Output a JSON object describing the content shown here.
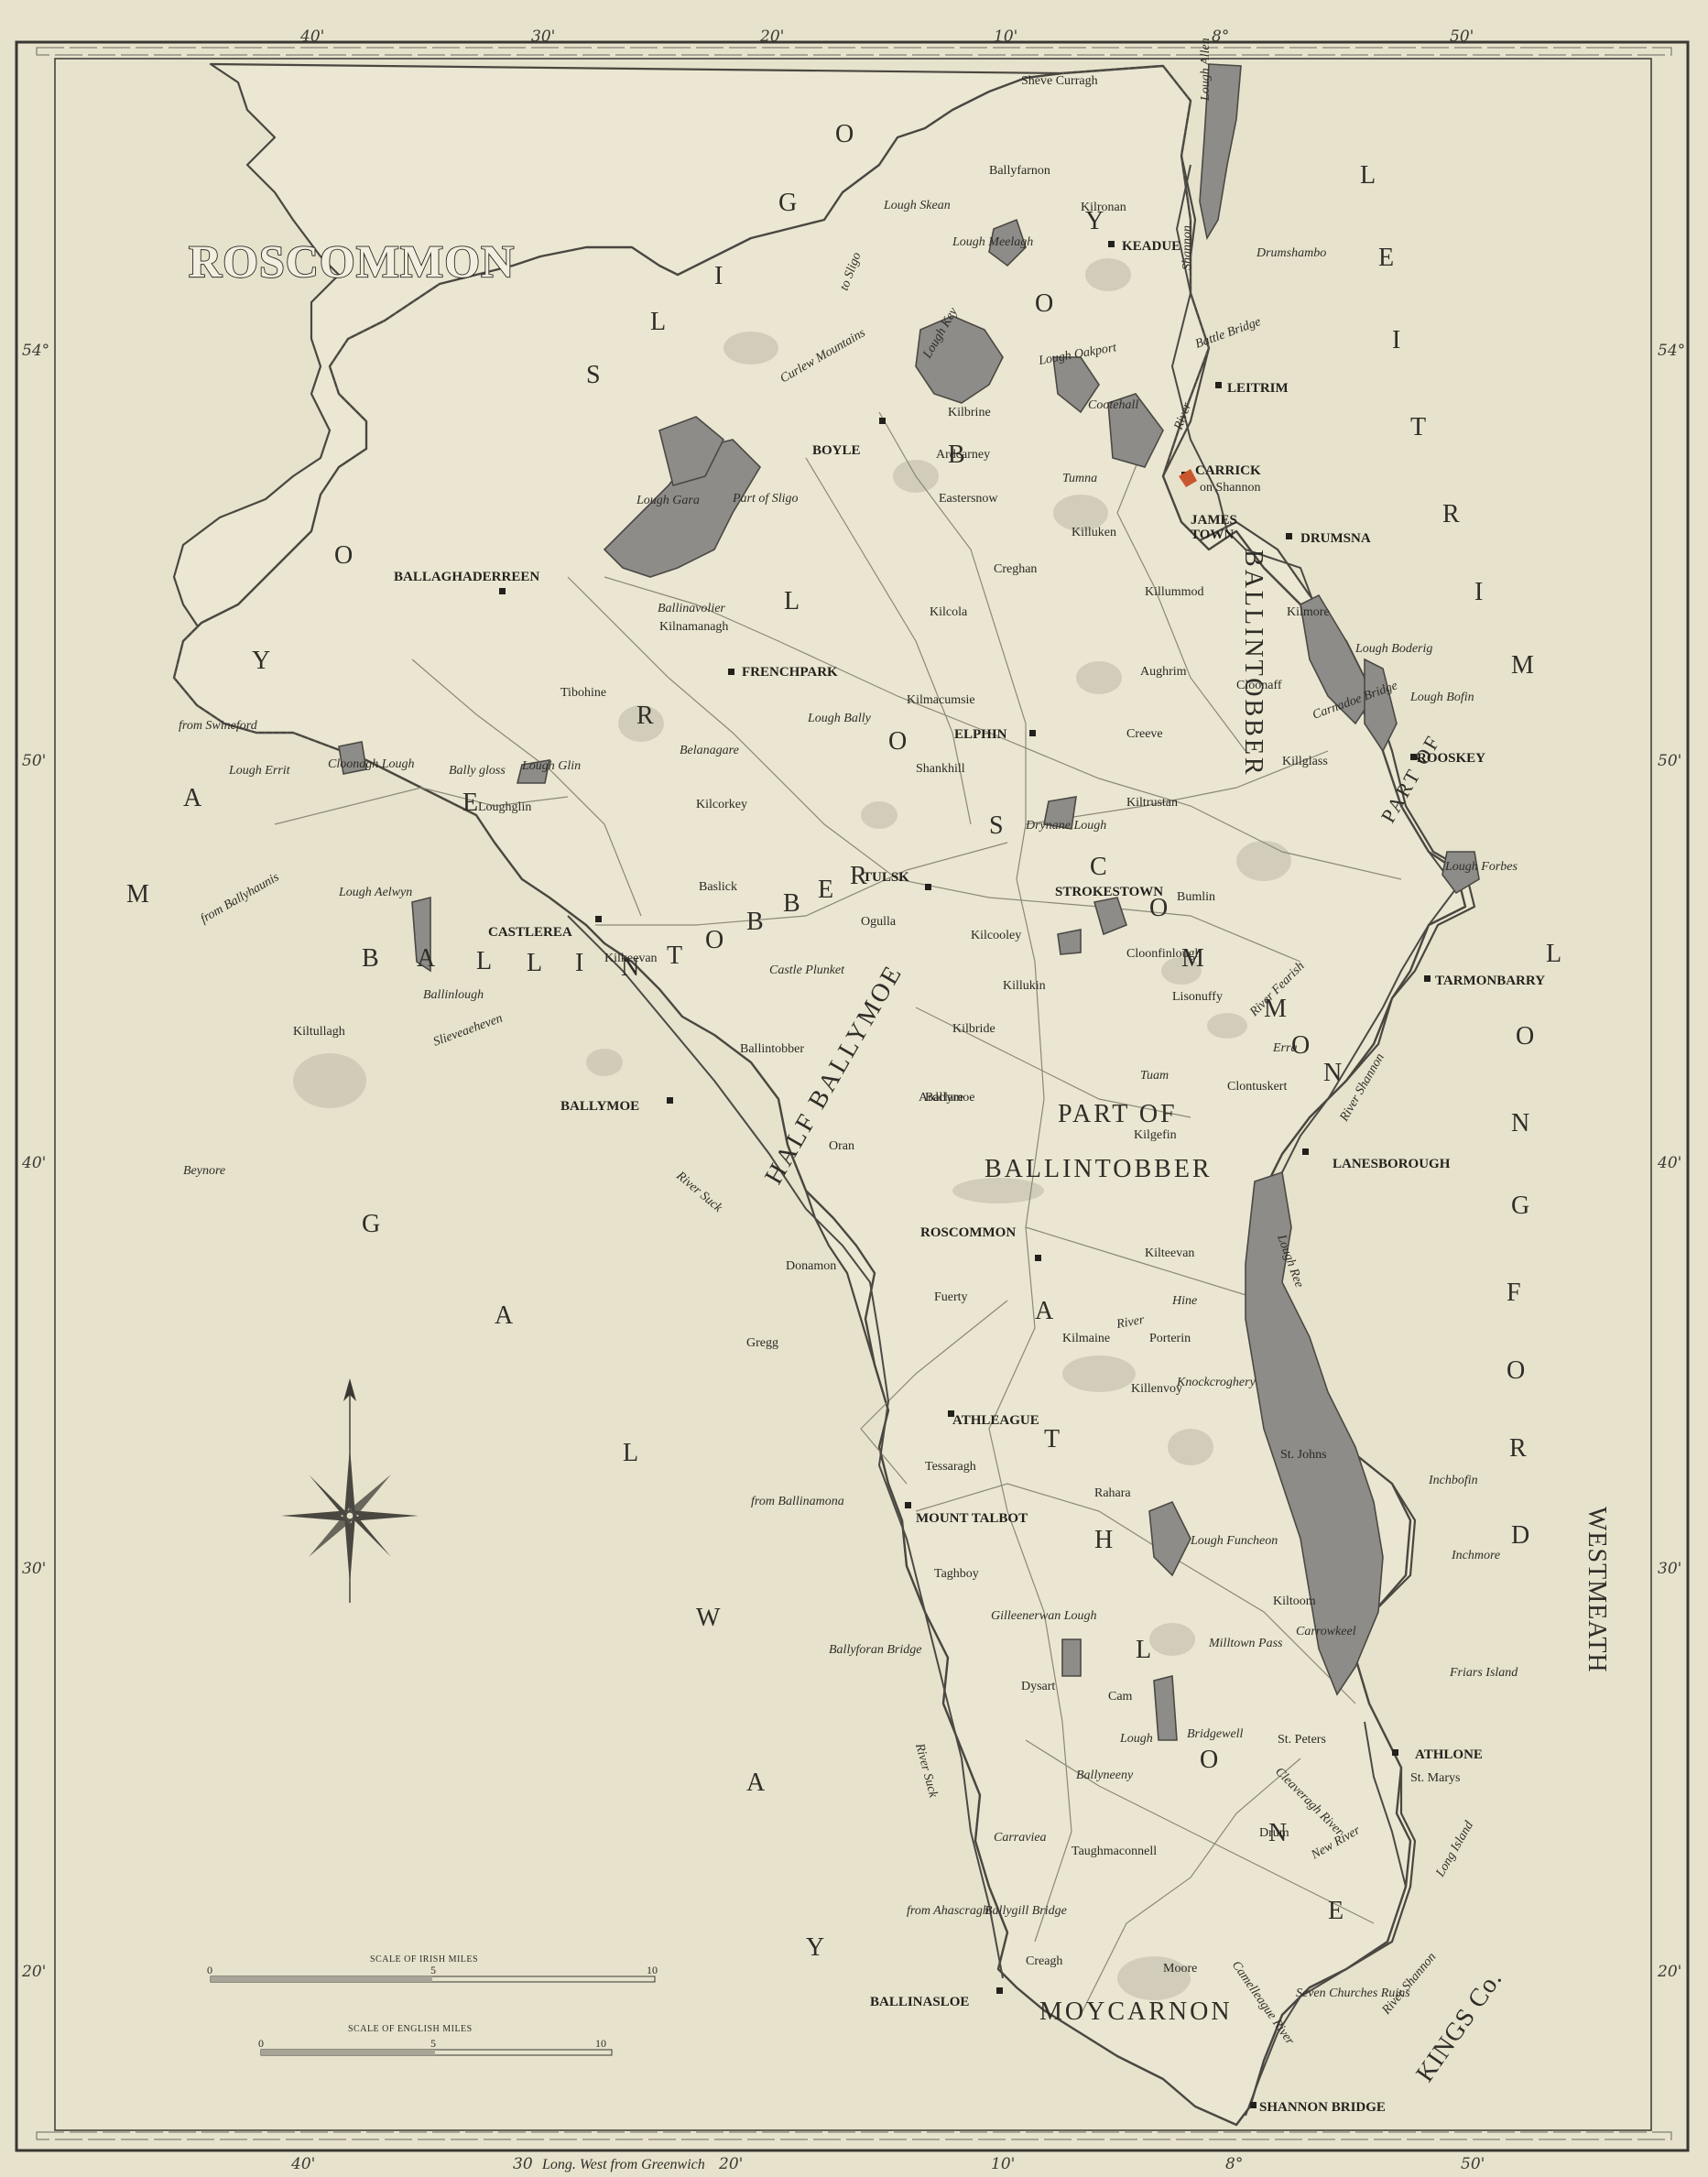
{
  "title": "ROSCOMMON",
  "graticule": {
    "top": [
      "40'",
      "30'",
      "20'",
      "10'",
      "8°",
      "50'"
    ],
    "bottom": [
      "40'",
      "30",
      "20'",
      "10'",
      "8°",
      "50'"
    ],
    "left": [
      "54°",
      "50'",
      "40'",
      "30'",
      "20'"
    ],
    "right": [
      "54°",
      "50'",
      "40'",
      "30'",
      "20'"
    ]
  },
  "bottom_note": "Long. West from Greenwich",
  "neighbours": {
    "sligo": [
      "S",
      "L",
      "I",
      "G",
      "O"
    ],
    "leitrim": [
      "L",
      "E",
      "I",
      "T",
      "R",
      "I",
      "M"
    ],
    "mayo": [
      "M",
      "A",
      "Y",
      "O"
    ],
    "galway": [
      "G",
      "A",
      "L",
      "W",
      "A",
      "Y"
    ],
    "longford": [
      "L",
      "O",
      "N",
      "G",
      "F",
      "O",
      "R",
      "D"
    ],
    "westmeath": "WESTMEATH",
    "kings": "KINGS Co.",
    "part_of_sligo": "Part of Sligo"
  },
  "baronies": {
    "boyle": [
      "B",
      "O",
      "Y",
      "L",
      "E"
    ],
    "roscommon": [
      "R",
      "O",
      "S",
      "C",
      "O",
      "M",
      "M",
      "O",
      "N"
    ],
    "ballintobber_w": [
      "B",
      "A",
      "L",
      "L",
      "I",
      "N",
      "T",
      "O",
      "B",
      "B",
      "E",
      "R"
    ],
    "half_ballymoe": "HALF BALLYMOE",
    "part_of": "PART OF",
    "ballintobber_c": "BALLINTOBBER",
    "ballintobber_n": "BALLINTOBBER",
    "part_of_n": "PART OF",
    "athlone": [
      "A",
      "T",
      "H",
      "L",
      "O",
      "N",
      "E"
    ],
    "moycarnon": "MOYCARNON"
  },
  "towns": {
    "boyle": "BOYLE",
    "keadue": "KEADUE",
    "leitrim": "LEITRIM",
    "carrick": "CARRICK",
    "carrick2": "on Shannon",
    "jamestown": "JAMES",
    "jamestown2": "TOWN",
    "drumsna": "DRUMSNA",
    "ballaghaderreen": "BALLAGHADERREEN",
    "frenchpark": "FRENCHPARK",
    "elphin": "ELPHIN",
    "rooskey": "ROOSKEY",
    "tulsk": "TULSK",
    "strokestown": "STROKESTOWN",
    "castlerea": "CASTLEREA",
    "tarmonbarry": "TARMONBARRY",
    "ballymoe": "BALLYMOE",
    "lanesborough": "LANESBOROUGH",
    "roscommon": "ROSCOMMON",
    "athleague": "ATHLEAGUE",
    "mount_talbot": "MOUNT TALBOT",
    "athlone": "ATHLONE",
    "ballinasloe": "BALLINASLOE",
    "shannon_bridge": "SHANNON BRIDGE"
  },
  "places": [
    {
      "t": "Sheve Curragh"
    },
    {
      "t": "Ballyfarnon"
    },
    {
      "t": "Kilronan"
    },
    {
      "t": "Kilbrine"
    },
    {
      "t": "Ardcarney"
    },
    {
      "t": "Eastersnow"
    },
    {
      "t": "Killuken"
    },
    {
      "t": "Creghan"
    },
    {
      "t": "Kilcola"
    },
    {
      "t": "Killummod"
    },
    {
      "t": "Kilmore"
    },
    {
      "t": "Kilnamanagh"
    },
    {
      "t": "Tibohine"
    },
    {
      "t": "Kilmacumsie"
    },
    {
      "t": "Aughrim"
    },
    {
      "t": "Cloonaff"
    },
    {
      "t": "Shankhill"
    },
    {
      "t": "Creeve"
    },
    {
      "t": "Killglass"
    },
    {
      "t": "Kilcorkey"
    },
    {
      "t": "Kiltrustan"
    },
    {
      "t": "Loughglin"
    },
    {
      "t": "Baslick"
    },
    {
      "t": "Bumlin"
    },
    {
      "t": "Ogulla"
    },
    {
      "t": "Kilcooley"
    },
    {
      "t": "Cloonfinlough"
    },
    {
      "t": "Kilkeevan"
    },
    {
      "t": "Killukin"
    },
    {
      "t": "Lisonuffy"
    },
    {
      "t": "Kiltullagh"
    },
    {
      "t": "Kilbride"
    },
    {
      "t": "Ballintobber"
    },
    {
      "t": "Clontuskert"
    },
    {
      "t": "Ardclare"
    },
    {
      "t": "Kilgefin"
    },
    {
      "t": "Oran"
    },
    {
      "t": "Kilteevan"
    },
    {
      "t": "Donamon"
    },
    {
      "t": "Fuerty"
    },
    {
      "t": "Porterin"
    },
    {
      "t": "Kilmaine"
    },
    {
      "t": "Killenvoy"
    },
    {
      "t": "St. Johns"
    },
    {
      "t": "Tessaragh"
    },
    {
      "t": "Rahara"
    },
    {
      "t": "Taghboy"
    },
    {
      "t": "Kiltoom"
    },
    {
      "t": "Dysart"
    },
    {
      "t": "Cam"
    },
    {
      "t": "St. Peters"
    },
    {
      "t": "St. Marys"
    },
    {
      "t": "Taughmaconnell"
    },
    {
      "t": "Drum"
    },
    {
      "t": "Creagh"
    },
    {
      "t": "Moore"
    },
    {
      "t": "Gregg"
    },
    {
      "t": "Ballymoe"
    }
  ],
  "water": [
    {
      "t": "Lough Allen"
    },
    {
      "t": "Lough Skean"
    },
    {
      "t": "Lough Meelagh"
    },
    {
      "t": "Drumshambo"
    },
    {
      "t": "Shannon"
    },
    {
      "t": "Battle Bridge"
    },
    {
      "t": "Lough Key"
    },
    {
      "t": "Lough Oakport"
    },
    {
      "t": "Cootehall"
    },
    {
      "t": "Curlew Mountains"
    },
    {
      "t": "to Sligo"
    },
    {
      "t": "Lough Gara"
    },
    {
      "t": "Tumna"
    },
    {
      "t": "River"
    },
    {
      "t": "Ballinavolier"
    },
    {
      "t": "Lough Boderig"
    },
    {
      "t": "Lough Bofin"
    },
    {
      "t": "Carnadoe Bridge"
    },
    {
      "t": "Lough Bally"
    },
    {
      "t": "Belanagare"
    },
    {
      "t": "from Swineford"
    },
    {
      "t": "Lough Errit"
    },
    {
      "t": "Cloonagh Lough"
    },
    {
      "t": "Bally gloss"
    },
    {
      "t": "Lough Glin"
    },
    {
      "t": "Drynane Lough"
    },
    {
      "t": "Lough Forbes"
    },
    {
      "t": "from Ballyhaunis"
    },
    {
      "t": "Lough Aelwyn"
    },
    {
      "t": "Castle Plunket"
    },
    {
      "t": "Ballinlough"
    },
    {
      "t": "Slieveaeheven"
    },
    {
      "t": "River Fearish"
    },
    {
      "t": "Erra"
    },
    {
      "t": "Tuam"
    },
    {
      "t": "River Shannon"
    },
    {
      "t": "River Suck"
    },
    {
      "t": "Beynore"
    },
    {
      "t": "Lough Ree"
    },
    {
      "t": "River"
    },
    {
      "t": "Hine"
    },
    {
      "t": "Knockcroghery"
    },
    {
      "t": "Inchbofin"
    },
    {
      "t": "from Ballinamona"
    },
    {
      "t": "Lough Funcheon"
    },
    {
      "t": "Inchmore"
    },
    {
      "t": "Gilleenerwan Lough"
    },
    {
      "t": "Ballyforan Bridge"
    },
    {
      "t": "Milltown Pass"
    },
    {
      "t": "Bridgewell"
    },
    {
      "t": "Carrowkeel"
    },
    {
      "t": "Friars Island"
    },
    {
      "t": "Lough"
    },
    {
      "t": "Ballyneeny"
    },
    {
      "t": "Cleaveragh River"
    },
    {
      "t": "River Suck"
    },
    {
      "t": "Carraviea"
    },
    {
      "t": "from Ahascragh"
    },
    {
      "t": "Ballygill Bridge"
    },
    {
      "t": "Long Island"
    },
    {
      "t": "New River"
    },
    {
      "t": "Camelleague River"
    },
    {
      "t": "Seven Churches Ruins"
    },
    {
      "t": "River Shannon"
    }
  ],
  "scale_irish": {
    "label": "SCALE OF IRISH MILES",
    "ticks": [
      "0",
      "5",
      "10"
    ]
  },
  "scale_english": {
    "label": "SCALE OF ENGLISH MILES",
    "ticks": [
      "0",
      "5",
      "10"
    ]
  }
}
